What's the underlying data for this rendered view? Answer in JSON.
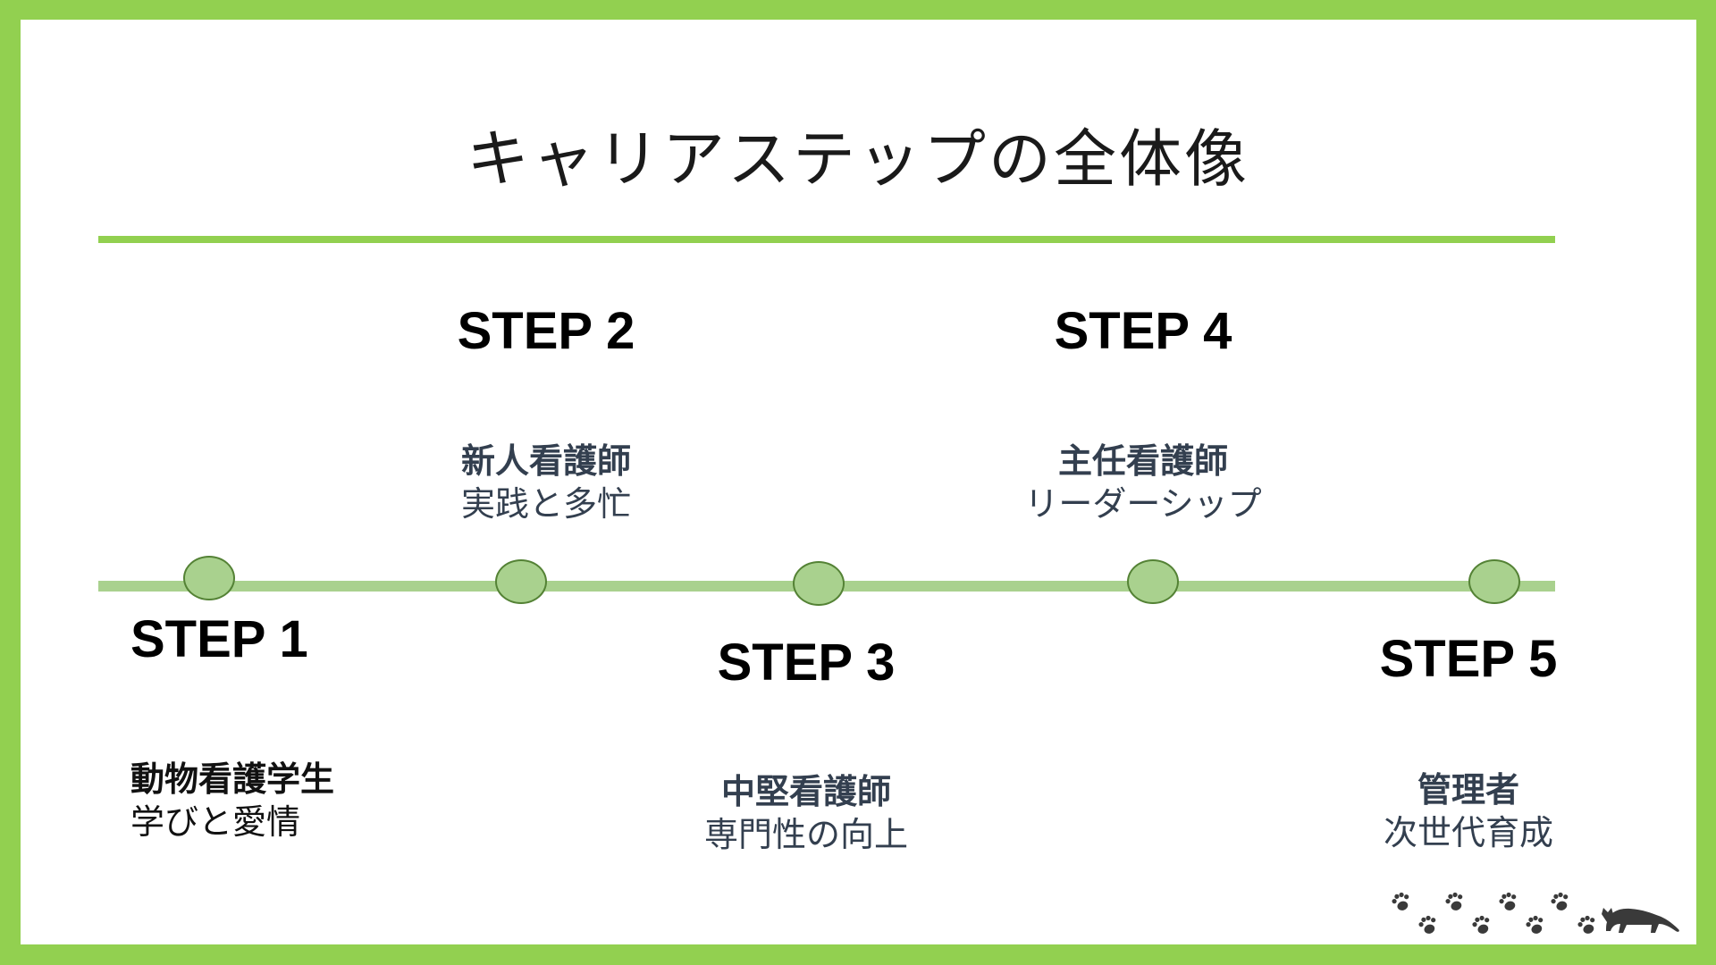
{
  "title": "キャリアステップの全体像",
  "colors": {
    "frame": "#92d050",
    "accent_line": "#92d050",
    "timeline": "#a9d18e",
    "node_fill": "#a9d18e",
    "node_stroke": "#548235",
    "text_dark": "#333f4f"
  },
  "steps": [
    {
      "label": "STEP 1",
      "role": "動物看護学生",
      "desc": "学びと愛情"
    },
    {
      "label": "STEP 2",
      "role": "新人看護師",
      "desc": "実践と多忙"
    },
    {
      "label": "STEP 3",
      "role": "中堅看護師",
      "desc": "専門性の向上"
    },
    {
      "label": "STEP 4",
      "role": "主任看護師",
      "desc": "リーダーシップ"
    },
    {
      "label": "STEP 5",
      "role": "管理者",
      "desc": "次世代育成"
    }
  ],
  "decoration": [
    "paw-print-icon",
    "cat-icon"
  ]
}
